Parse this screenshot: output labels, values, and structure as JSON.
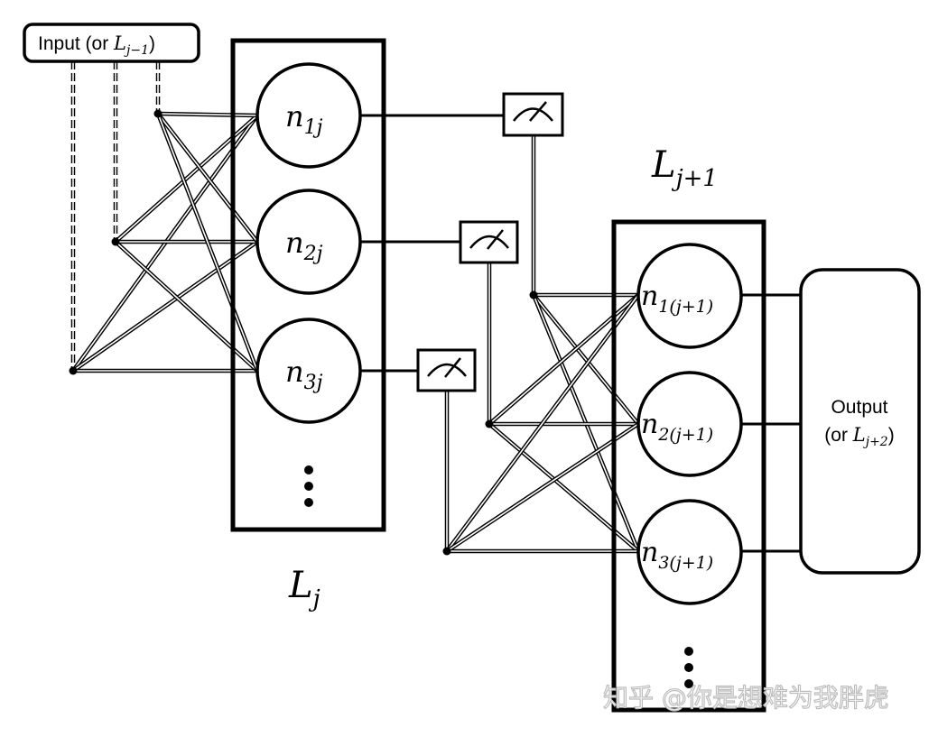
{
  "diagram": {
    "input_box": {
      "prefix": "Input (or ",
      "symbol": "L",
      "subscript": "j−1",
      "suffix": ")"
    },
    "layer_j": {
      "label": {
        "symbol": "L",
        "subscript": "j"
      },
      "nodes": [
        {
          "symbol": "n",
          "subscript": "1j"
        },
        {
          "symbol": "n",
          "subscript": "2j"
        },
        {
          "symbol": "n",
          "subscript": "3j"
        }
      ],
      "ellipsis": "⋮"
    },
    "meters": [
      {
        "icon": "meter-gauge-icon",
        "from": "n1j"
      },
      {
        "icon": "meter-gauge-icon",
        "from": "n2j"
      },
      {
        "icon": "meter-gauge-icon",
        "from": "n3j"
      }
    ],
    "layer_j1": {
      "label": {
        "symbol": "L",
        "subscript": "j+1"
      },
      "nodes": [
        {
          "symbol": "n",
          "subscript": "1(j+1)"
        },
        {
          "symbol": "n",
          "subscript": "2(j+1)"
        },
        {
          "symbol": "n",
          "subscript": "3(j+1)"
        }
      ],
      "ellipsis": "⋮"
    },
    "output_box": {
      "line1": "Output",
      "line2_prefix": "(or ",
      "symbol": "L",
      "subscript": "j+2",
      "suffix": ")"
    }
  },
  "watermark": "知乎 @你是想难为我胖虎"
}
